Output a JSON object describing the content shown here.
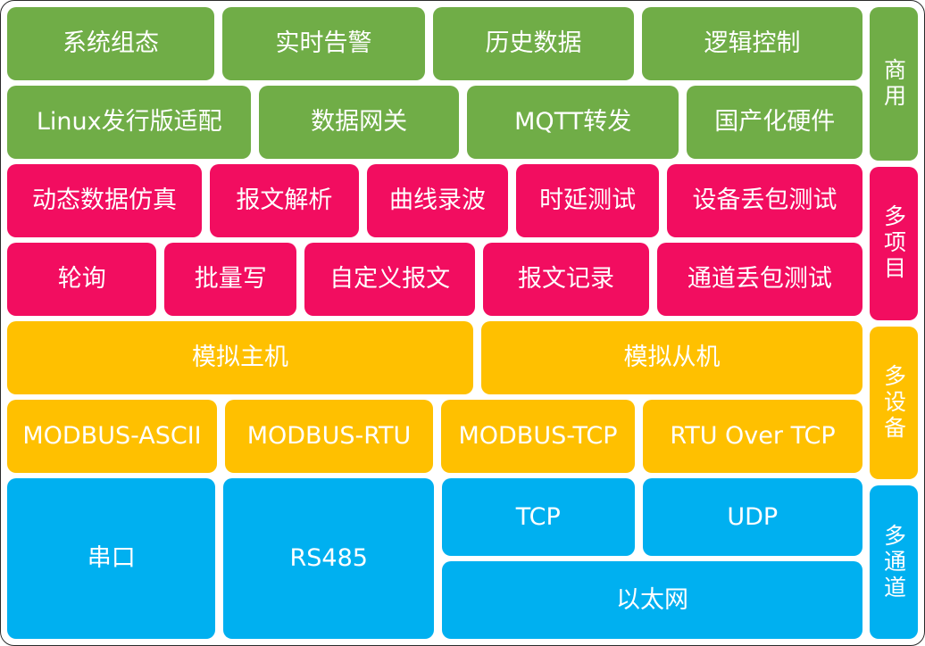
{
  "palette": {
    "commercial_green": "#70AD47",
    "project_pink": "#F20D60",
    "device_orange": "#FFC000",
    "channel_blue": "#00B0F0",
    "text": "#FFFFFF",
    "background": "#FFFFFF",
    "canvas_border": "#2A2A2A"
  },
  "layers": [
    {
      "group": "commercial",
      "side_label": "商用",
      "color": "#70AD47",
      "rows": [
        [
          "系统组态",
          "实时告警",
          "历史数据",
          "逻辑控制"
        ],
        [
          "Linux发行版适配",
          "数据网关",
          "MQTT转发",
          "国产化硬件"
        ]
      ]
    },
    {
      "group": "multi-project",
      "side_label": "多项目",
      "color": "#F20D60",
      "rows": [
        [
          "动态数据仿真",
          "报文解析",
          "曲线录波",
          "时延测试",
          "设备丢包测试"
        ],
        [
          "轮询",
          "批量写",
          "自定义报文",
          "报文记录",
          "通道丢包测试"
        ]
      ]
    },
    {
      "group": "multi-device",
      "side_label": "多设备",
      "color": "#FFC000",
      "rows": [
        [
          "模拟主机",
          "模拟从机"
        ],
        [
          "MODBUS-ASCII",
          "MODBUS-RTU",
          "MODBUS-TCP",
          "RTU Over TCP"
        ]
      ]
    },
    {
      "group": "multi-channel",
      "side_label": "多通道",
      "color": "#00B0F0",
      "rows": [
        [
          "串口",
          "RS485",
          "TCP",
          "UDP"
        ],
        [
          "以太网"
        ]
      ]
    }
  ]
}
